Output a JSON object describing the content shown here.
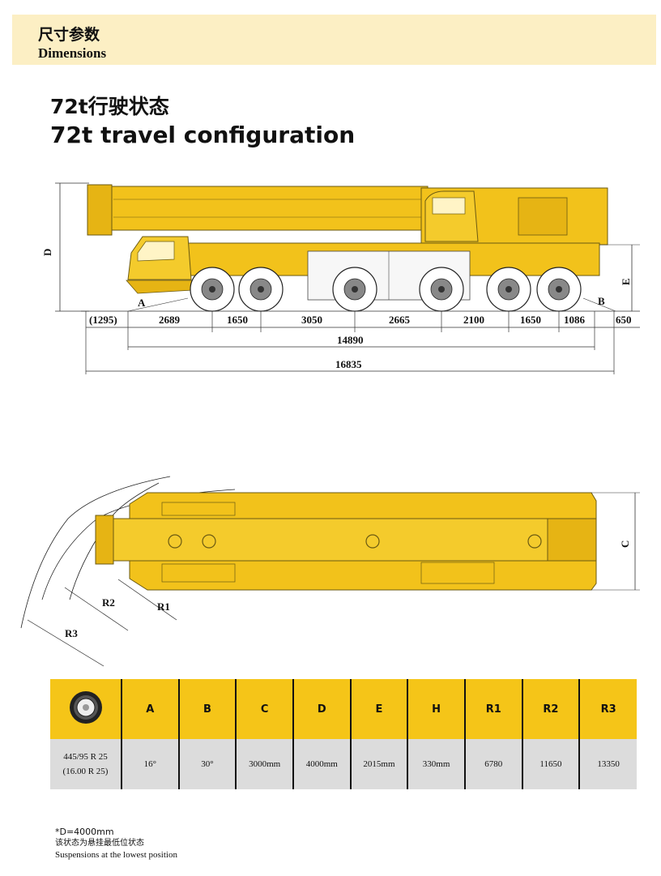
{
  "header": {
    "cn": "尺寸参数",
    "en": "Dimensions"
  },
  "title": {
    "cn": "72t行驶状态",
    "en": "72t travel configuration"
  },
  "side_view": {
    "label_D": "D",
    "label_E": "E",
    "label_A": "A",
    "label_B": "B",
    "segments": [
      "(1295)",
      "2689",
      "1650",
      "3050",
      "2665",
      "2100",
      "1650",
      "1086",
      "650"
    ],
    "total_wheelbase": "14890",
    "total_length": "16835"
  },
  "top_view": {
    "label_C": "C",
    "label_R1": "R1",
    "label_R2": "R2",
    "label_R3": "R3"
  },
  "table": {
    "headers": [
      "A",
      "B",
      "C",
      "D",
      "E",
      "H",
      "R1",
      "R2",
      "R3"
    ],
    "tyre_line1": "445/95 R 25",
    "tyre_line2": "(16.00 R 25)",
    "values": [
      "16°",
      "30°",
      "3000mm",
      "4000mm",
      "2015mm",
      "330mm",
      "6780",
      "11650",
      "13350"
    ],
    "colors": {
      "header": "#f5c518",
      "row": "#dcdcdc"
    }
  },
  "notes": {
    "line1": "*D=4000mm",
    "line2": "该状态为悬挂最低位状态",
    "line3": "Suspensions at  the lowest position"
  }
}
